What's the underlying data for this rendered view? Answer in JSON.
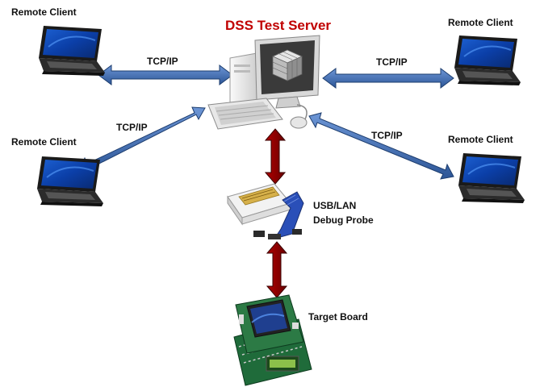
{
  "server": {
    "title": "DSS Test Server"
  },
  "clients": {
    "top_left": "Remote Client",
    "top_right": "Remote Client",
    "mid_left": "Remote Client",
    "mid_right": "Remote Client"
  },
  "links": {
    "top_left": "TCP/IP",
    "top_right": "TCP/IP",
    "mid_left": "TCP/IP",
    "mid_right": "TCP/IP"
  },
  "probe": {
    "label": "USB/LAN\nDebug Probe"
  },
  "board": {
    "label": "Target Board"
  },
  "colors": {
    "blue_arrow": "#3f6fb5",
    "red_arrow": "#8b0000",
    "title": "#c00000"
  }
}
